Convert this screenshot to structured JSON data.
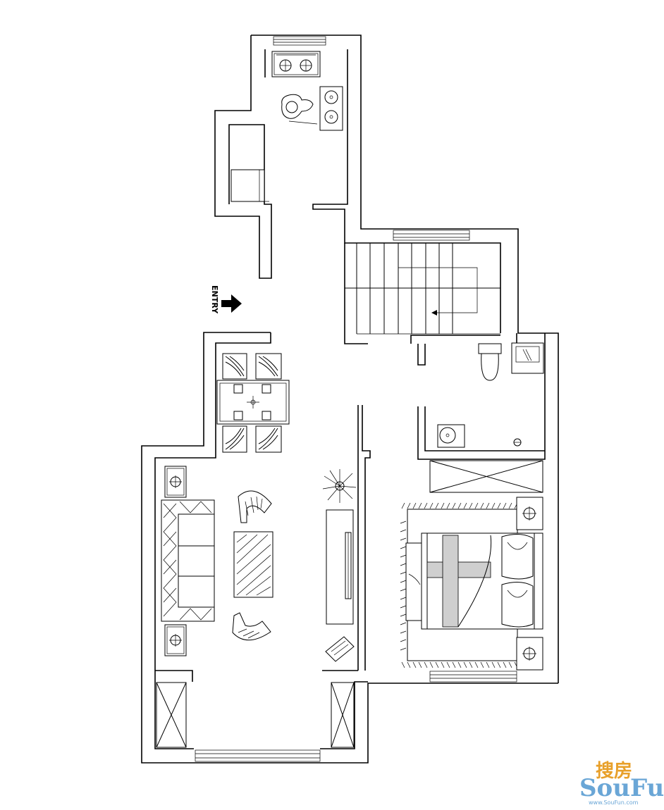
{
  "plan": {
    "entry_label": "ENTRY"
  },
  "watermark": {
    "chinese": "搜房",
    "brand": "SouFun",
    "url": "www.SouFun.com",
    "colors": {
      "chinese": "#e8a02a",
      "brand": "#6aa6d6"
    }
  }
}
